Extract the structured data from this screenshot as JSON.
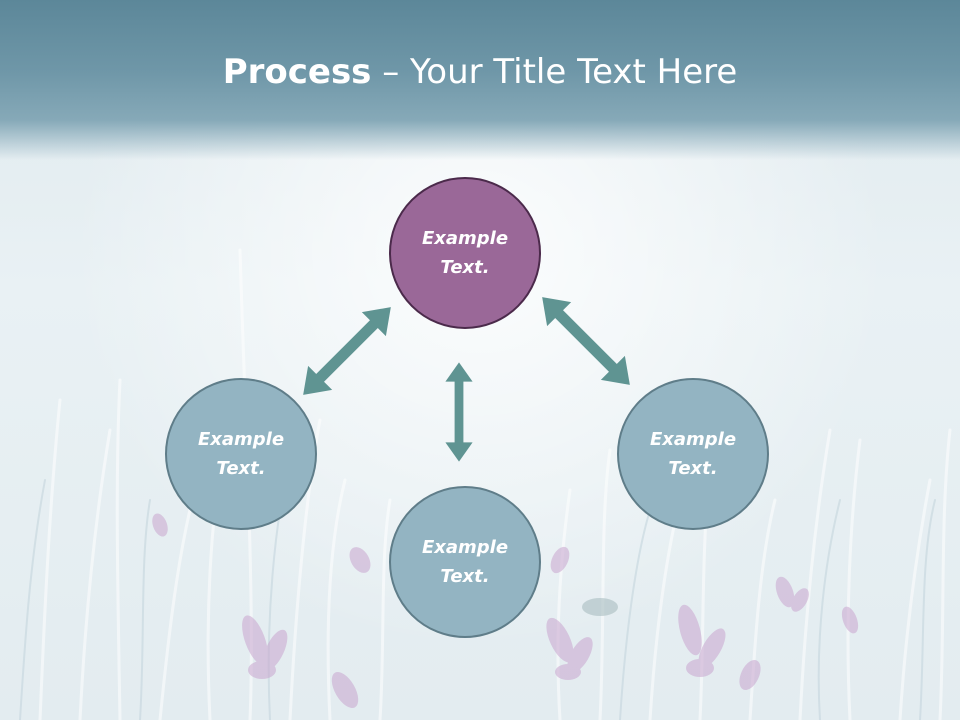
{
  "slide": {
    "title_bold": "Process",
    "title_rest": " – Your Title Text Here"
  },
  "diagram": {
    "nodes": {
      "top": "Example\nText.",
      "left": "Example\nText.",
      "right": "Example\nText.",
      "bottom": "Example\nText."
    }
  },
  "colors": {
    "title_bar": "#6f97a8",
    "accent_node": "#9a6898",
    "node": "#93b4c2",
    "arrow": "#5f9492"
  }
}
